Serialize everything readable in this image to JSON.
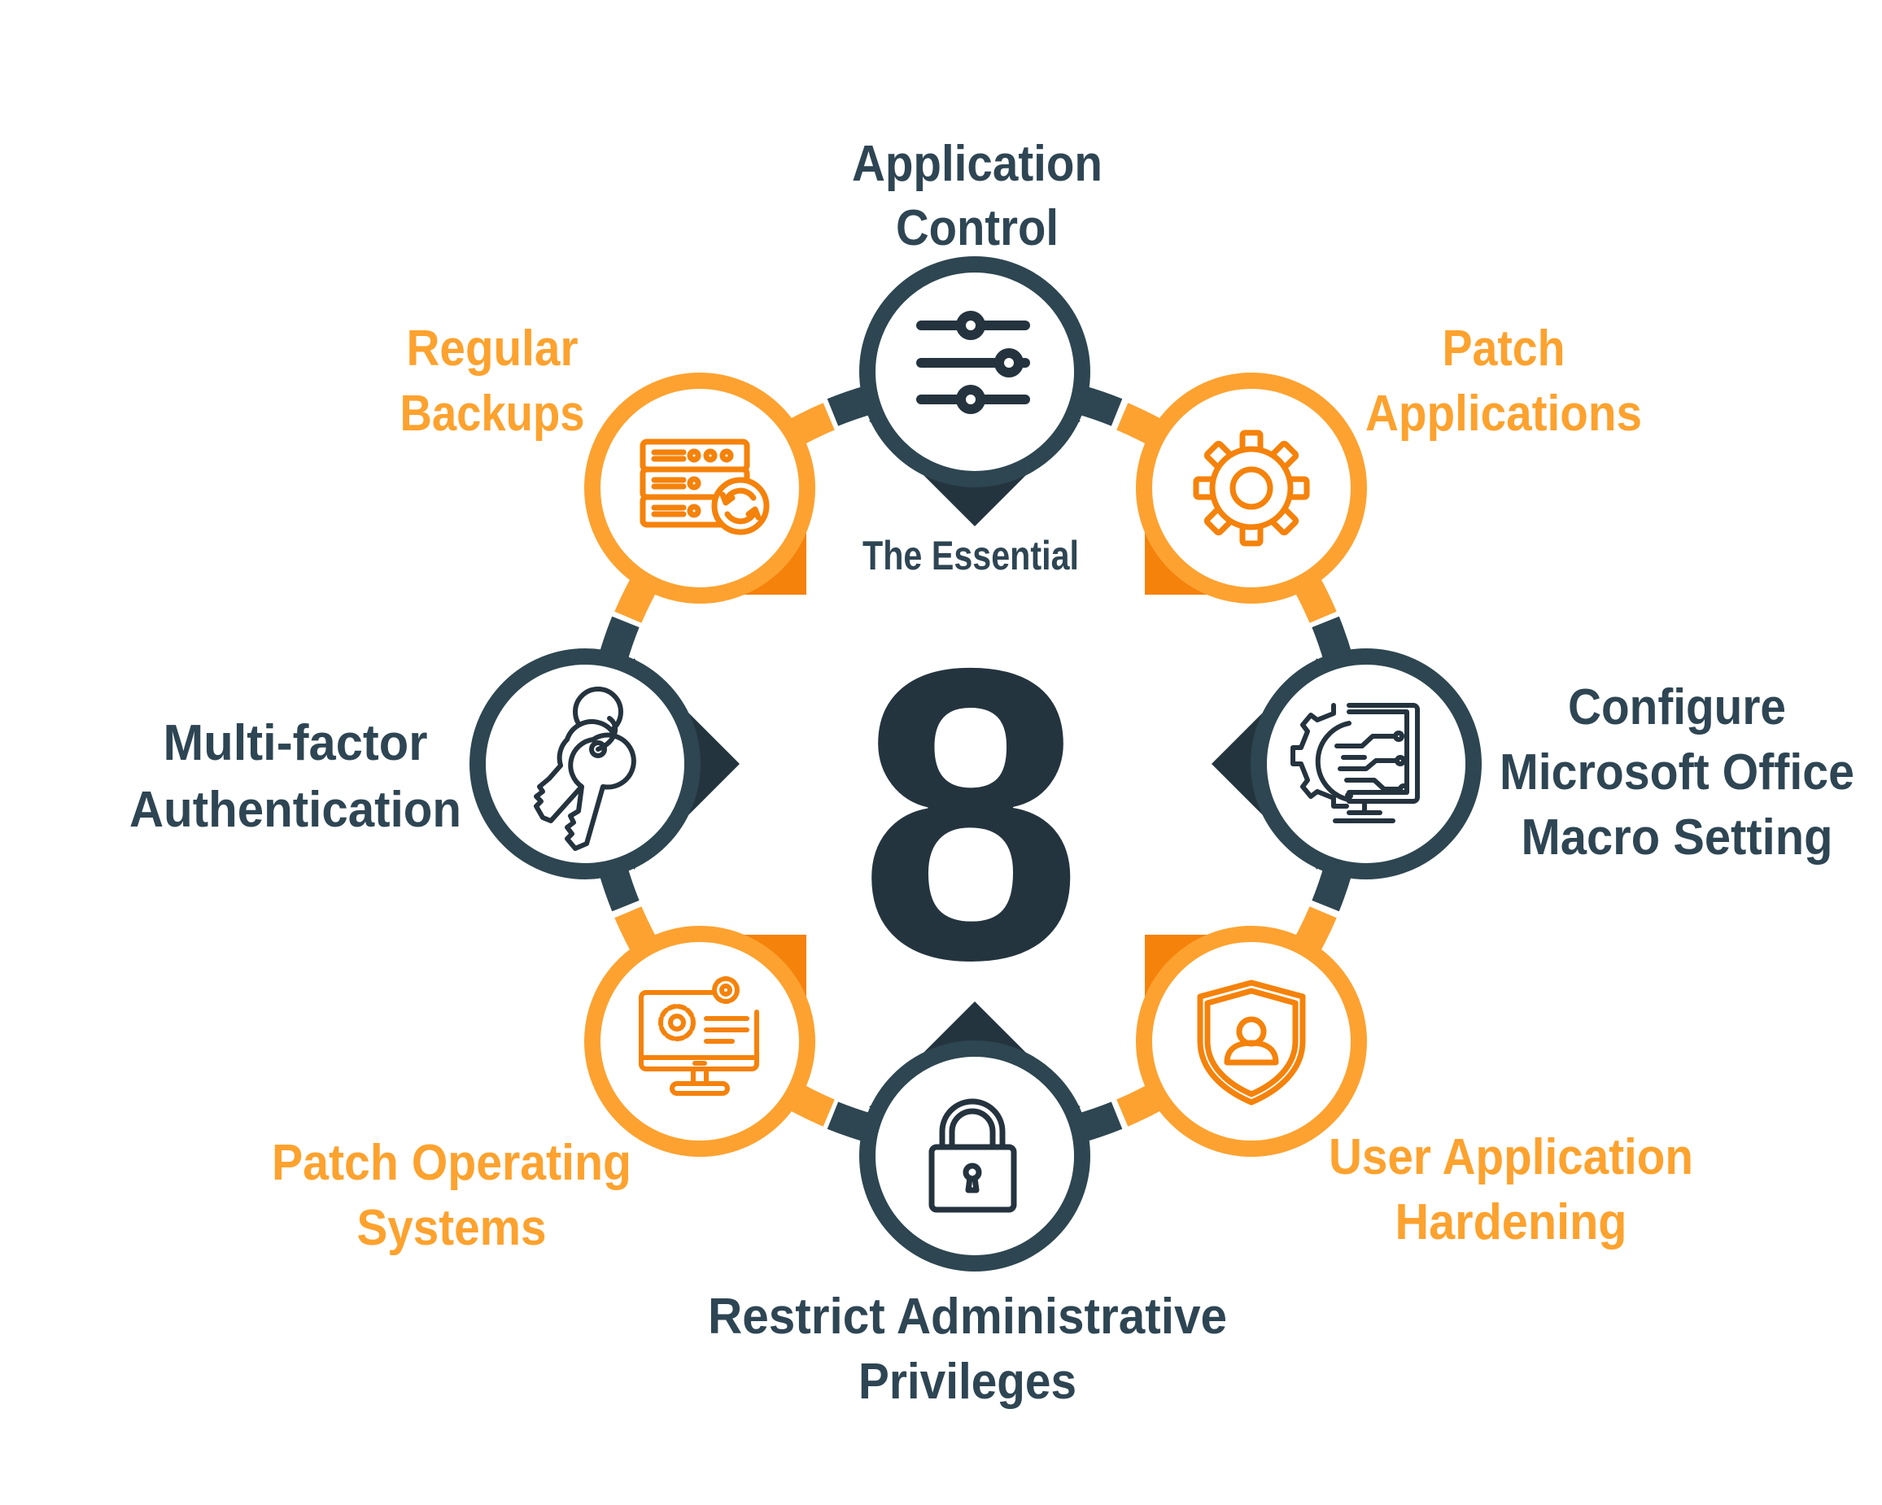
{
  "title": {
    "line1": "The Essential",
    "number": "8"
  },
  "colors": {
    "dark_ring": "#2d4651",
    "dark_icon": "#24333e",
    "orange_ring": "#fda230",
    "orange_accent": "#f5820a",
    "orange_text": "#fda22e",
    "dark_text": "#2e4553"
  },
  "nodes": [
    {
      "id": "application-control",
      "theme": "dark",
      "icon": "sliders-icon",
      "lines": [
        "Application",
        "Control"
      ]
    },
    {
      "id": "patch-applications",
      "theme": "orange",
      "icon": "gear-icon",
      "lines": [
        "Patch",
        "Applications"
      ]
    },
    {
      "id": "configure-macro",
      "theme": "dark",
      "icon": "gear-monitor-circuit-icon",
      "lines": [
        "Configure",
        "Microsoft Office",
        "Macro Setting"
      ]
    },
    {
      "id": "user-app-hardening",
      "theme": "orange",
      "icon": "shield-user-icon",
      "lines": [
        "User Application",
        "Hardening"
      ]
    },
    {
      "id": "restrict-admin",
      "theme": "dark",
      "icon": "padlock-icon",
      "lines": [
        "Restrict Administrative",
        "Privileges"
      ]
    },
    {
      "id": "patch-os",
      "theme": "orange",
      "icon": "monitor-gears-icon",
      "lines": [
        "Patch Operating",
        "Systems"
      ]
    },
    {
      "id": "mfa",
      "theme": "dark",
      "icon": "keys-icon",
      "lines": [
        "Multi-factor",
        "Authentication"
      ]
    },
    {
      "id": "regular-backups",
      "theme": "orange",
      "icon": "server-sync-icon",
      "lines": [
        "Regular",
        "Backups"
      ]
    }
  ]
}
